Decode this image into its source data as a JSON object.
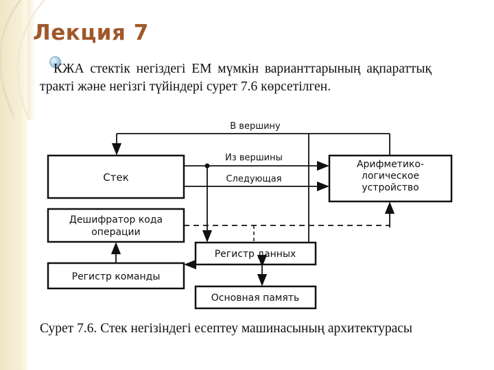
{
  "slide": {
    "title": "Лекция 7",
    "paragraph": "КЖА стектік негіздегі ЕМ мүмкін варианттарының ақпараттық трактi және негізгі түйіндері сурет 7.6 көрсетілген.",
    "caption": "Сурет 7.6. Стек негізіндегі есептеу машинасының архитектурасы"
  },
  "diagram": {
    "blocks": {
      "stack": "Стек",
      "alu_line1": "Арифметико-",
      "alu_line2": "логическое",
      "alu_line3": "устройство",
      "decoder_line1": "Дешифратор кода",
      "decoder_line2": "операции",
      "cmd_register": "Регистр команды",
      "data_register": "Регистр данных",
      "main_memory": "Основная память"
    },
    "arrows": {
      "to_top": "В вершину",
      "from_top": "Из вершины",
      "next": "Следующая"
    }
  }
}
